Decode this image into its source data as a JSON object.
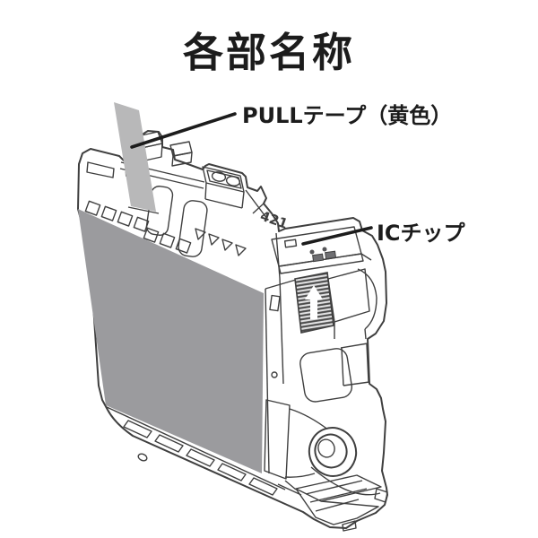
{
  "title": "各部名称",
  "callouts": {
    "pull_tape": "PULLテープ（黄色）",
    "ic_chip": "ICチップ"
  },
  "cartridge": {
    "part_number": "421",
    "icons": {
      "vent_arrow": "up-arrow"
    },
    "colors": {
      "outline": "#3f3f3f",
      "text": "#1c1c1c",
      "pull_tape_fill": "#b8b8b9",
      "label_panel_fill": "#9b9b9e",
      "ic_chip_fill": "#a9a9ac",
      "hatch_line": "#4a4a4a",
      "background": "#ffffff"
    }
  }
}
